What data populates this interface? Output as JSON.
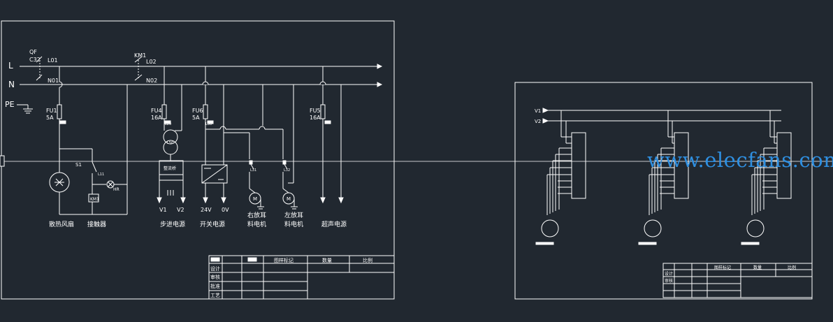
{
  "left_sheet": {
    "terminals": {
      "l": "L",
      "n": "N",
      "pe": "PE"
    },
    "qf": {
      "name": "QF",
      "rating": "C32"
    },
    "km1": "KM1",
    "lines": {
      "l01": "L01",
      "n01": "N01",
      "l02": "L02",
      "n02": "N02"
    },
    "fuses": {
      "fu1": {
        "name": "FU1",
        "rating": "5A"
      },
      "fu4": {
        "name": "FU4",
        "rating": "16A"
      },
      "fu6": {
        "name": "FU6",
        "rating": "5A"
      },
      "fu5": {
        "name": "FU5",
        "rating": "16A"
      }
    },
    "wire_labels": {
      "l20": "L20",
      "l30": "L30",
      "l31": "L31",
      "l32": "L32",
      "l11": "L11"
    },
    "transformer_label": "L50",
    "rectifier_label": "整流桥",
    "switch_s1": "S1",
    "lamp_hr": "HR",
    "relay_km1": "KM1",
    "motor_symbol": "M",
    "outputs": {
      "v1": "V1",
      "v2": "V2",
      "v24": "24V",
      "v0": "0V"
    },
    "captions": {
      "fan": "散热风扇",
      "contactor": "接触器",
      "stepper": "步进电源",
      "switch_ps": "开关电源",
      "right_motor_a": "右放耳",
      "right_motor_b": "料电机",
      "left_motor_a": "左放耳",
      "left_motor_b": "料电机",
      "ultrasonic": "超声电源"
    },
    "title_block": {
      "col_mark": "图样标记",
      "col_qty": "数量",
      "col_ratio": "比例",
      "rows": [
        "设计",
        "审核",
        "批准",
        "工艺"
      ]
    }
  },
  "right_sheet": {
    "bus_labels": {
      "v1": "V1",
      "v2": "V2"
    },
    "title_block": {
      "col_mark": "图样标记",
      "col_qty": "数量",
      "col_ratio": "比例",
      "rows": [
        "设计",
        "审核"
      ]
    }
  },
  "watermark": "www.elecfans.com",
  "colors": {
    "background": "#212830",
    "lines": "#ffffff",
    "watermark": "#2f8fe0"
  }
}
